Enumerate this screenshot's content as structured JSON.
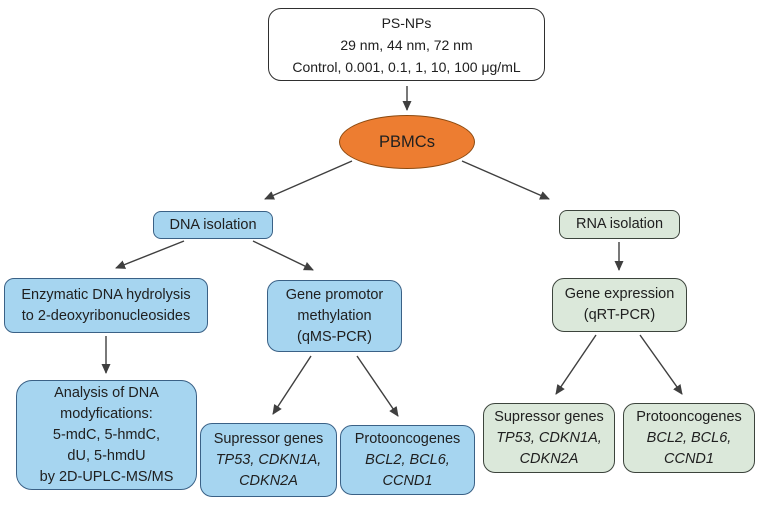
{
  "colors": {
    "blue_fill": "#A6D5F0",
    "blue_border": "#3A6186",
    "green_fill": "#DBE8DA",
    "green_border": "#3C443C",
    "orange_fill": "#ED7D31",
    "orange_border": "#8C4A10",
    "white_fill": "#FFFFFF",
    "dark_border": "#2F2F2F",
    "arrow": "#3F3F3F",
    "text": "#202020"
  },
  "nodes": {
    "ps_nps": {
      "lines": [
        "PS-NPs",
        "29 nm, 44 nm, 72 nm",
        "Control, 0.001, 0.1, 1, 10, 100 μg/mL"
      ]
    },
    "pbmcs": {
      "label": "PBMCs"
    },
    "dna_isolation": {
      "label": "DNA isolation"
    },
    "rna_isolation": {
      "label": "RNA isolation"
    },
    "enzymatic": {
      "lines": [
        "Enzymatic DNA hydrolysis",
        "to 2-deoxyribonucleosides"
      ]
    },
    "gene_promotor": {
      "lines": [
        "Gene promotor",
        "methylation",
        "(qMS-PCR)"
      ]
    },
    "gene_expression": {
      "lines": [
        "Gene expression",
        "(qRT-PCR)"
      ]
    },
    "analysis": {
      "lines": [
        "Analysis of DNA",
        "modyfications:",
        "5-mdC, 5-hmdC,",
        "dU, 5-hmdU",
        "by 2D-UPLC-MS/MS"
      ]
    },
    "supressor_dna": {
      "lines": [
        "Supressor genes",
        "TP53, CDKN1A,",
        "CDKN2A"
      ]
    },
    "protooncogenes_dna": {
      "lines": [
        "Protooncogenes",
        "BCL2, BCL6,",
        "CCND1"
      ]
    },
    "supressor_rna": {
      "lines": [
        "Supressor genes",
        "TP53, CDKN1A,",
        "CDKN2A"
      ]
    },
    "protooncogenes_rna": {
      "lines": [
        "Protooncogenes",
        "BCL2, BCL6,",
        "CCND1"
      ]
    }
  },
  "edges": [
    {
      "from": "ps_nps",
      "to": "pbmcs"
    },
    {
      "from": "pbmcs",
      "to": "dna_isolation"
    },
    {
      "from": "pbmcs",
      "to": "rna_isolation"
    },
    {
      "from": "dna_isolation",
      "to": "enzymatic"
    },
    {
      "from": "dna_isolation",
      "to": "gene_promotor"
    },
    {
      "from": "rna_isolation",
      "to": "gene_expression"
    },
    {
      "from": "enzymatic",
      "to": "analysis"
    },
    {
      "from": "gene_promotor",
      "to": "supressor_dna"
    },
    {
      "from": "gene_promotor",
      "to": "protooncogenes_dna"
    },
    {
      "from": "gene_expression",
      "to": "supressor_rna"
    },
    {
      "from": "gene_expression",
      "to": "protooncogenes_rna"
    }
  ]
}
